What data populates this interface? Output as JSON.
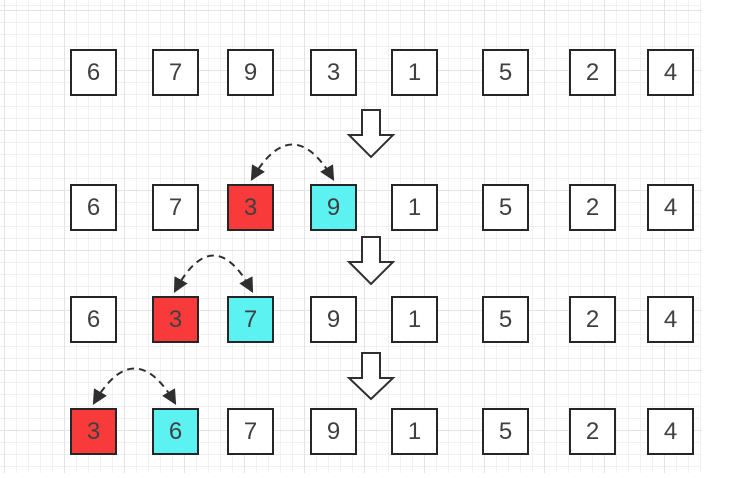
{
  "diagram": {
    "type": "insertion-sort-steps",
    "rows": [
      {
        "values": [
          "6",
          "7",
          "9",
          "3",
          "1",
          "5",
          "2",
          "4"
        ]
      },
      {
        "values": [
          "6",
          "7",
          "3",
          "9",
          "1",
          "5",
          "2",
          "4"
        ]
      },
      {
        "values": [
          "6",
          "3",
          "7",
          "9",
          "1",
          "5",
          "2",
          "4"
        ]
      },
      {
        "values": [
          "3",
          "6",
          "7",
          "9",
          "1",
          "5",
          "2",
          "4"
        ]
      }
    ],
    "highlighted_cells": {
      "red": [
        {
          "row": 1,
          "col": 2,
          "value": "3"
        },
        {
          "row": 2,
          "col": 1,
          "value": "3"
        },
        {
          "row": 3,
          "col": 0,
          "value": "3"
        }
      ],
      "cyan": [
        {
          "row": 1,
          "col": 3,
          "value": "9"
        },
        {
          "row": 2,
          "col": 2,
          "value": "7"
        },
        {
          "row": 3,
          "col": 1,
          "value": "6"
        }
      ]
    },
    "icons": {
      "step_arrow": "down-arrow-icon",
      "swap_arrow": "dashed-curved-swap-arrow-icon"
    },
    "colors": {
      "highlight_red": "#f93a3a",
      "highlight_cyan": "#5cf2f2",
      "box_stroke": "#262626",
      "text": "#404040",
      "arrow_stroke": "#2f2f2f",
      "grid_minor": "#f1f1f1",
      "grid_major": "#e3e3e3",
      "background": "#ffffff"
    }
  }
}
